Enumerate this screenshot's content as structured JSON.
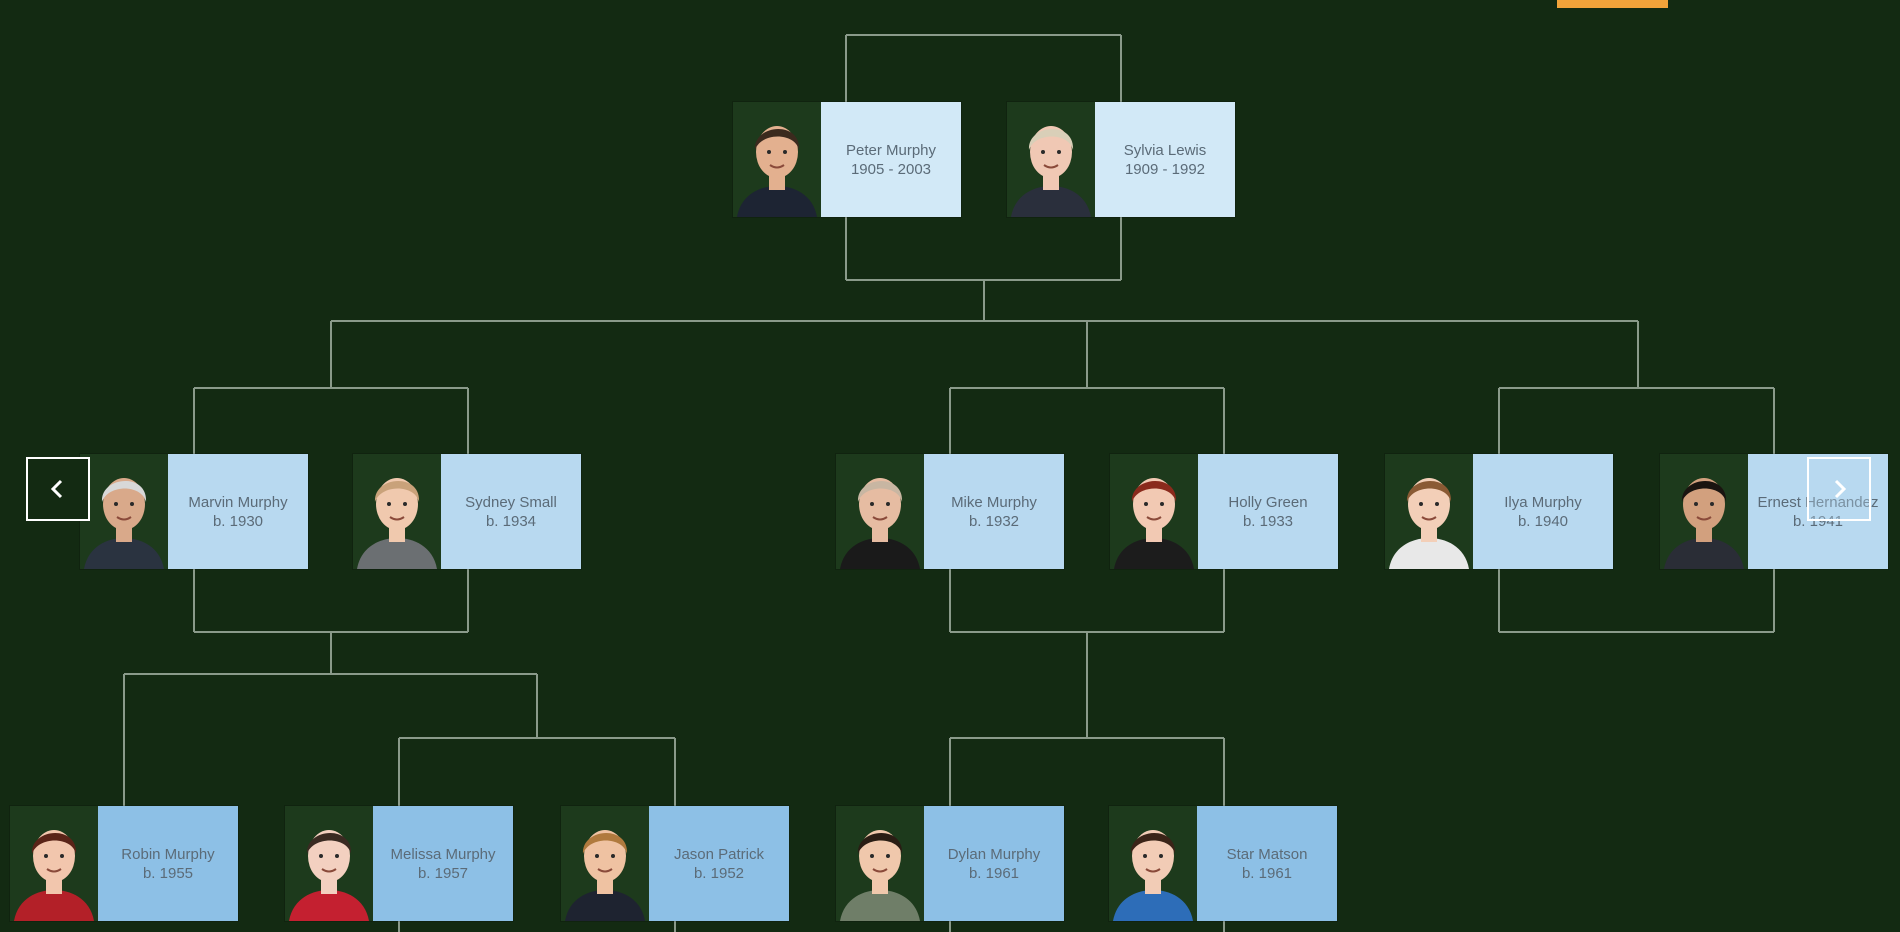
{
  "colors": {
    "background": "#132a12",
    "connector": "#8a9a8a",
    "accent_tab": "#f2a33a"
  },
  "navigation": {
    "prev_icon": "chevron-left-icon",
    "next_icon": "chevron-right-icon"
  },
  "people": [
    {
      "id": "peter",
      "name": "Peter Murphy",
      "dates": "1905 - 2003",
      "gen": 0,
      "hair": "#3b2a1e",
      "skin": "#e3b08f",
      "clothes": "#1d2433"
    },
    {
      "id": "sylvia",
      "name": "Sylvia Lewis",
      "dates": "1909 - 1992",
      "gen": 0,
      "hair": "#d9cfb8",
      "skin": "#f0c8b4",
      "clothes": "#2a2f3c"
    },
    {
      "id": "marvin",
      "name": "Marvin Murphy",
      "dates": "b. 1930",
      "gen": 1,
      "hair": "#d8d8d8",
      "skin": "#d9a98a",
      "clothes": "#2a3340"
    },
    {
      "id": "sydney",
      "name": "Sydney Small",
      "dates": "b. 1934",
      "gen": 1,
      "hair": "#c9a27a",
      "skin": "#f0c9ae",
      "clothes": "#6b6f72"
    },
    {
      "id": "mike",
      "name": "Mike Murphy",
      "dates": "b. 1932",
      "gen": 1,
      "hair": "#c8b6a2",
      "skin": "#e6bca2",
      "clothes": "#1a1a1a"
    },
    {
      "id": "holly",
      "name": "Holly Green",
      "dates": "b. 1933",
      "gen": 1,
      "hair": "#8a2a1c",
      "skin": "#f2c9b3",
      "clothes": "#1c1c1c"
    },
    {
      "id": "ilya",
      "name": "Ilya Murphy",
      "dates": "b. 1940",
      "gen": 1,
      "hair": "#8a5a34",
      "skin": "#f3cfb8",
      "clothes": "#e8e8e8"
    },
    {
      "id": "ernest",
      "name": "Ernest Hernandez",
      "dates": "b. 1941",
      "gen": 1,
      "hair": "#1a1410",
      "skin": "#d2a07e",
      "clothes": "#2a2d36"
    },
    {
      "id": "robin",
      "name": "Robin Murphy",
      "dates": "b. 1955",
      "gen": 2,
      "hair": "#5a2418",
      "skin": "#f2c6ad",
      "clothes": "#b32028"
    },
    {
      "id": "melissa",
      "name": "Melissa Murphy",
      "dates": "b. 1957",
      "gen": 2,
      "hair": "#3a2a22",
      "skin": "#f3d0c0",
      "clothes": "#c42030"
    },
    {
      "id": "jason",
      "name": "Jason Patrick",
      "dates": "b. 1952",
      "gen": 2,
      "hair": "#b07a3e",
      "skin": "#efc2a2",
      "clothes": "#1e2330"
    },
    {
      "id": "dylan",
      "name": "Dylan Murphy",
      "dates": "b. 1961",
      "gen": 2,
      "hair": "#2a1d14",
      "skin": "#f0c8ac",
      "clothes": "#6f7e68"
    },
    {
      "id": "star",
      "name": "Star Matson",
      "dates": "b. 1961",
      "gen": 2,
      "hair": "#3a2418",
      "skin": "#f2ccb6",
      "clothes": "#2d6db8"
    }
  ]
}
